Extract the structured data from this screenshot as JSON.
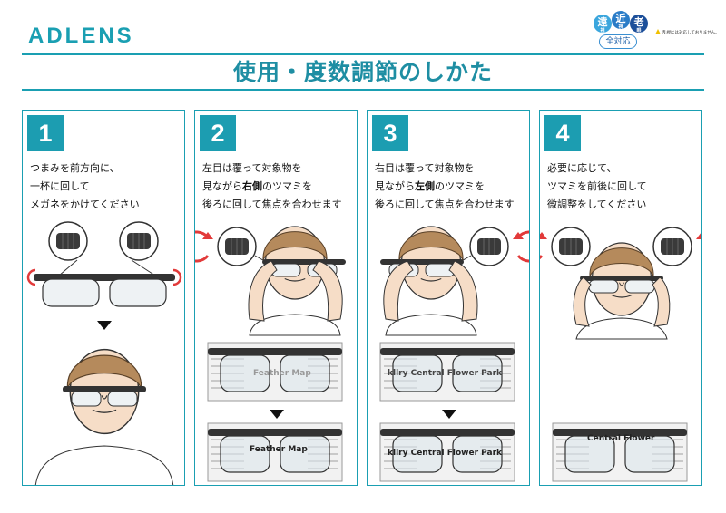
{
  "header": {
    "logo": "ADLENS",
    "title": "使用・度数調節のしかた",
    "badges": [
      {
        "char": "遠",
        "sub": "視",
        "color": "#3ba6dd"
      },
      {
        "char": "近",
        "sub": "視",
        "color": "#2a7cc7"
      },
      {
        "char": "老",
        "sub": "眼",
        "color": "#1c4f9a"
      }
    ],
    "pill": "全対応",
    "warning": "乱視には対応しておりません。"
  },
  "steps": [
    {
      "num": "1",
      "lines": [
        "つまみを前方向に、",
        "一杯に回して",
        "メガネをかけてください"
      ]
    },
    {
      "num": "2",
      "lines": [
        "左目は覆って対象物を",
        "見ながら",
        "右側",
        "のツマミを",
        "後ろに回して焦点を合わせます"
      ]
    },
    {
      "num": "3",
      "lines": [
        "右目は覆って対象物を",
        "見ながら",
        "左側",
        "のツマミを",
        "後ろに回して焦点を合わせます"
      ]
    },
    {
      "num": "4",
      "lines": [
        "必要に応じて、",
        "ツマミを前後に回して",
        "微調整をしてください"
      ]
    }
  ],
  "newspaper": {
    "headline_a": "Feather Map",
    "headline_b": "kllry Central Flower Park",
    "headline_c": "Central Flower"
  },
  "colors": {
    "accent": "#1a9fb2",
    "red": "#e23a3a"
  }
}
